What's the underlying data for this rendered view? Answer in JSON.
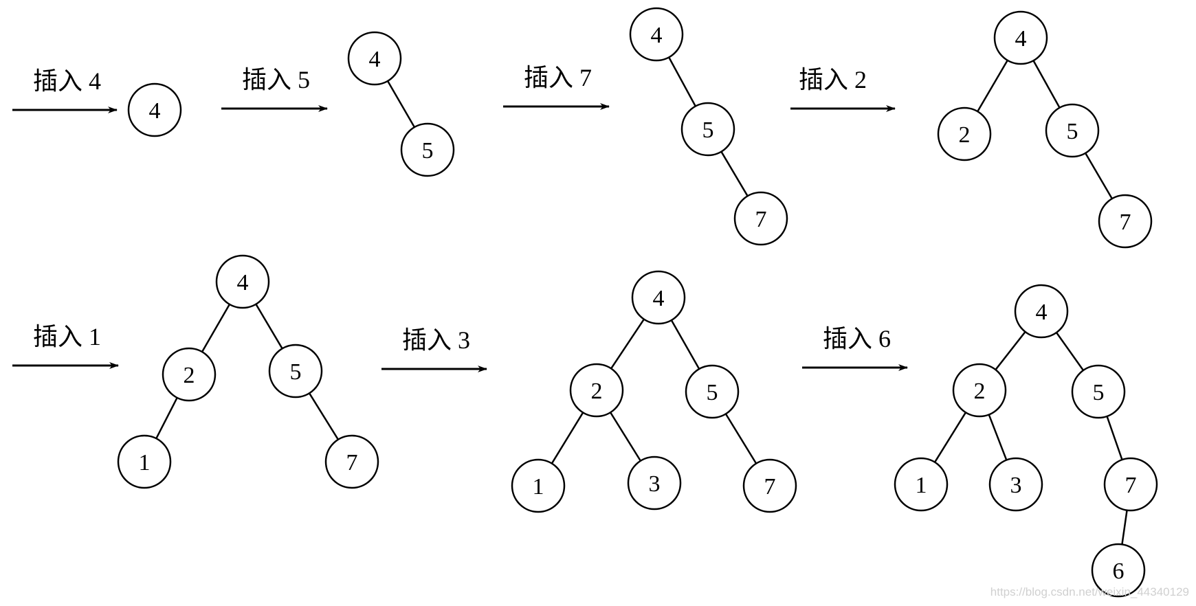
{
  "steps": [
    {
      "label": "插入 4",
      "nodes": [
        {
          "id": "n4",
          "value": "4"
        }
      ],
      "edges": []
    },
    {
      "label": "插入 5",
      "nodes": [
        {
          "id": "n4",
          "value": "4"
        },
        {
          "id": "n5",
          "value": "5"
        }
      ],
      "edges": [
        [
          "n4",
          "n5"
        ]
      ]
    },
    {
      "label": "插入 7",
      "nodes": [
        {
          "id": "n4",
          "value": "4"
        },
        {
          "id": "n5",
          "value": "5"
        },
        {
          "id": "n7",
          "value": "7"
        }
      ],
      "edges": [
        [
          "n4",
          "n5"
        ],
        [
          "n5",
          "n7"
        ]
      ]
    },
    {
      "label": "插入 2",
      "nodes": [
        {
          "id": "n4",
          "value": "4"
        },
        {
          "id": "n2",
          "value": "2"
        },
        {
          "id": "n5",
          "value": "5"
        },
        {
          "id": "n7",
          "value": "7"
        }
      ],
      "edges": [
        [
          "n4",
          "n2"
        ],
        [
          "n4",
          "n5"
        ],
        [
          "n5",
          "n7"
        ]
      ]
    },
    {
      "label": "插入 1",
      "nodes": [
        {
          "id": "n4",
          "value": "4"
        },
        {
          "id": "n2",
          "value": "2"
        },
        {
          "id": "n5",
          "value": "5"
        },
        {
          "id": "n1",
          "value": "1"
        },
        {
          "id": "n7",
          "value": "7"
        }
      ],
      "edges": [
        [
          "n4",
          "n2"
        ],
        [
          "n4",
          "n5"
        ],
        [
          "n2",
          "n1"
        ],
        [
          "n5",
          "n7"
        ]
      ]
    },
    {
      "label": "插入 3",
      "nodes": [
        {
          "id": "n4",
          "value": "4"
        },
        {
          "id": "n2",
          "value": "2"
        },
        {
          "id": "n5",
          "value": "5"
        },
        {
          "id": "n1",
          "value": "1"
        },
        {
          "id": "n3",
          "value": "3"
        },
        {
          "id": "n7",
          "value": "7"
        }
      ],
      "edges": [
        [
          "n4",
          "n2"
        ],
        [
          "n4",
          "n5"
        ],
        [
          "n2",
          "n1"
        ],
        [
          "n2",
          "n3"
        ],
        [
          "n5",
          "n7"
        ]
      ]
    },
    {
      "label": "插入 6",
      "nodes": [
        {
          "id": "n4",
          "value": "4"
        },
        {
          "id": "n2",
          "value": "2"
        },
        {
          "id": "n5",
          "value": "5"
        },
        {
          "id": "n1",
          "value": "1"
        },
        {
          "id": "n3",
          "value": "3"
        },
        {
          "id": "n7",
          "value": "7"
        },
        {
          "id": "n6",
          "value": "6"
        }
      ],
      "edges": [
        [
          "n4",
          "n2"
        ],
        [
          "n4",
          "n5"
        ],
        [
          "n2",
          "n1"
        ],
        [
          "n2",
          "n3"
        ],
        [
          "n5",
          "n7"
        ],
        [
          "n7",
          "n6"
        ]
      ]
    }
  ],
  "watermark": "https://blog.csdn.net/weixin_44340129"
}
